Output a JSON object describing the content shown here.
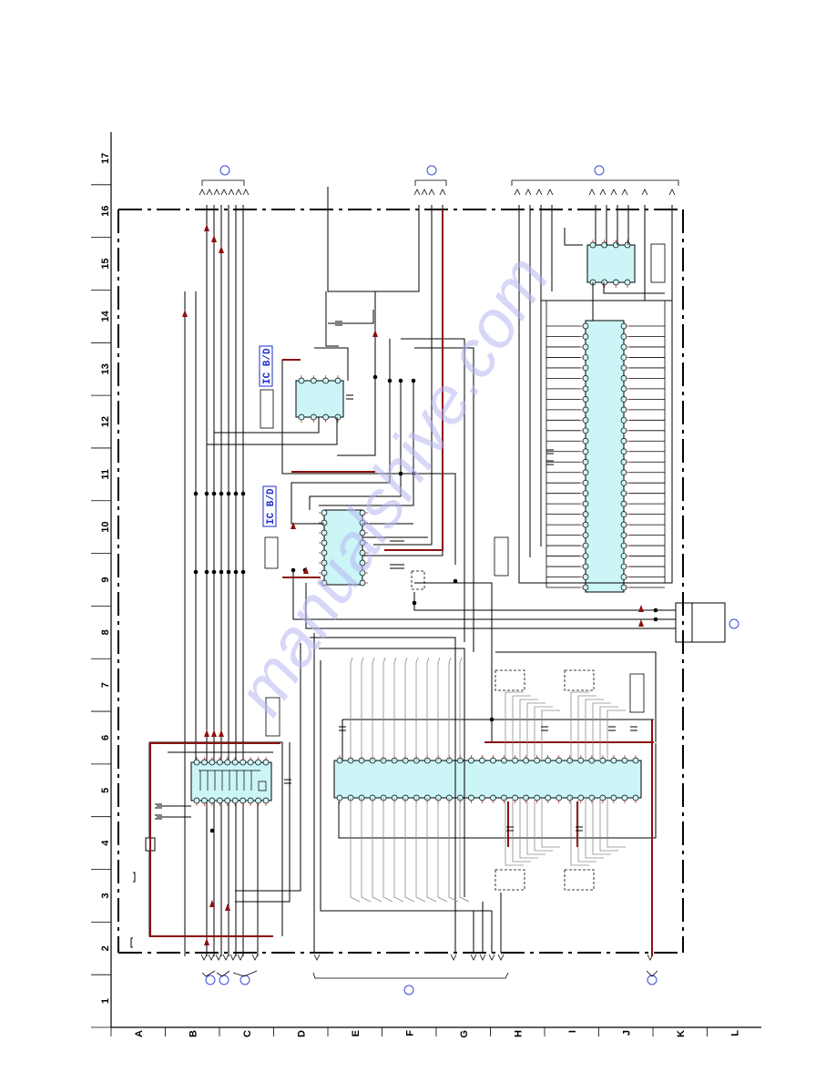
{
  "grid": {
    "columns": [
      "1",
      "2",
      "3",
      "4",
      "5",
      "6",
      "7",
      "8",
      "9",
      "10",
      "11",
      "12",
      "13",
      "14",
      "15",
      "16",
      "17"
    ],
    "rows": [
      "A",
      "B",
      "C",
      "D",
      "E",
      "F",
      "G",
      "H",
      "I",
      "J",
      "K",
      "L"
    ]
  },
  "ic_labels": [
    "IC B/D",
    "IC B/D"
  ],
  "watermark": "manualshive.com",
  "colors": {
    "wire": "#000000",
    "power_wire": "#8b1010",
    "ic_fill": "#ccf5f7",
    "label_blue": "#1a2bd0",
    "ref_circle": "#3a4bd8",
    "watermark": "#b6b6f2",
    "pin_tick": "#c83232"
  }
}
